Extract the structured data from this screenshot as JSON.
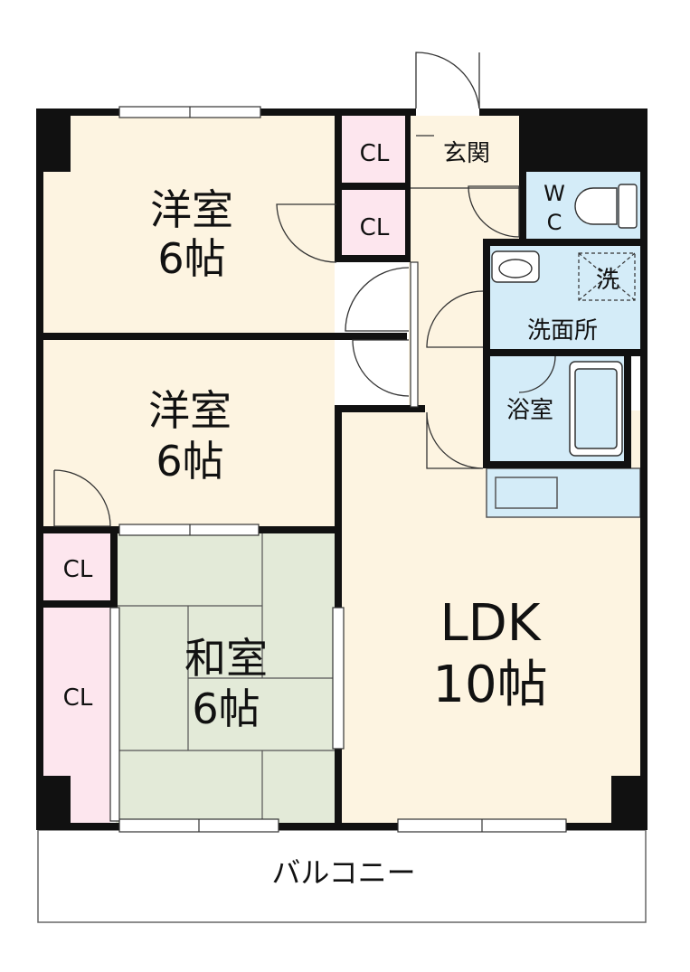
{
  "rooms": {
    "western_room_1": {
      "name": "洋室",
      "size": "6帖"
    },
    "western_room_2": {
      "name": "洋室",
      "size": "6帖"
    },
    "japanese_room": {
      "name": "和室",
      "size": "6帖"
    },
    "ldk": {
      "name": "LDK",
      "size": "10帖"
    },
    "entrance": "玄関",
    "wc": {
      "line1": "W",
      "line2": "C"
    },
    "washroom": "洗面所",
    "washer": "洗",
    "bathroom": "浴室",
    "balcony": "バルコニー"
  },
  "closets": [
    "CL",
    "CL",
    "CL",
    "CL"
  ],
  "colors": {
    "room_fill": "#fdf4e1",
    "tatami_fill": "#e3ead8",
    "closet_fill": "#fde6ee",
    "wet_area_fill": "#d4ecf8",
    "wall": "#111111",
    "balcony_fill": "#ffffff"
  },
  "icons": [
    "door-swing-icon",
    "window-icon",
    "toilet-icon",
    "sink-icon",
    "bathtub-icon",
    "washer-pan-icon",
    "kitchen-counter-icon"
  ]
}
